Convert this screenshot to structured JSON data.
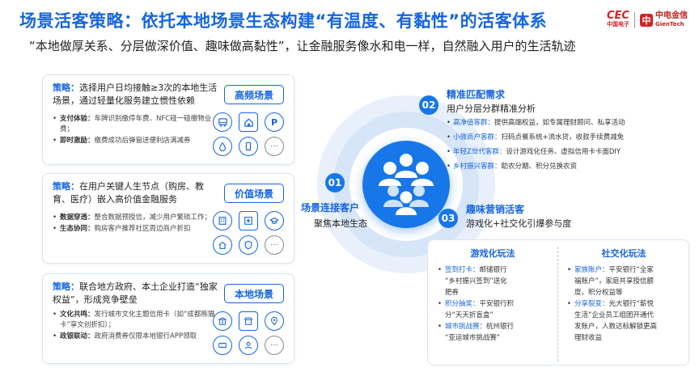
{
  "header": {
    "title": "场景活客策略：依托本地场景生态构建“有温度、有黏性”的活客体系",
    "subtitle": "“本地做厚关系、分层做深价值、趣味做高黏性”，让金融服务像水和电一样，自然融入用户的生活轨迹",
    "logo_cec": "CEC",
    "logo_cec_sub": "中国电子",
    "logo_gt_mark": "中",
    "logo_gt_name": "中电金信",
    "logo_gt_en": "GienTech"
  },
  "strategies": [
    {
      "label": "策略：",
      "text": "选择用户日均接触≥3次的本地生活场景，通过轻量化服务建立惯性依赖",
      "tag": "高频场景",
      "bullets": [
        {
          "k": "支付体验：",
          "v": "车牌识别缴停车费、NFC碰一碰缴物业费；"
        },
        {
          "k": "即时激励：",
          "v": "缴费成功后弹窗送便利店满减券"
        }
      ],
      "icons": [
        "bus-icon",
        "home-icon",
        "parking-icon",
        "water-icon",
        "phone-icon",
        "more-icon"
      ]
    },
    {
      "label": "策略：",
      "text": "在用户关键人生节点（购房、教育、医疗）嵌入高价值金融服务",
      "tag": "价值场景",
      "bullets": [
        {
          "k": "数据穿透：",
          "v": "整合数据预授信，减少用户繁琐工作；"
        },
        {
          "k": "生态协同：",
          "v": "购房客户推荐社区周边商户折扣"
        }
      ],
      "icons": [
        "building-icon",
        "hospital-icon",
        "school-icon",
        "house-icon",
        "shield-icon",
        "more-icon"
      ]
    },
    {
      "label": "策略：",
      "text": "联合地方政府、本土企业打造“独家权益”，形成竞争壁垒",
      "tag": "本地场景",
      "bullets": [
        {
          "k": "文化共鸣：",
          "v": "发行城市文化主题信用卡（如“成都熊猫卡”享文创折扣）；"
        },
        {
          "k": "政银联动：",
          "v": "政府消费券仅限本地银行APP领取"
        }
      ],
      "icons": [
        "landmark-icon",
        "shop-icon",
        "map-icon",
        "coupon-icon",
        "user-icon",
        "more-icon"
      ]
    }
  ],
  "nodes": {
    "n1": {
      "num": "01",
      "title": "场景连接客户",
      "sub": "聚焦本地生态"
    },
    "n2": {
      "num": "02",
      "title": "精准匹配需求",
      "sub": "用户分层分群精准分析"
    },
    "n3": {
      "num": "03",
      "title": "趣味营销活客",
      "sub": "游戏化+社交化引爆参与度"
    }
  },
  "segments": [
    {
      "k": "高净值客群：",
      "v": "提供高端权益，如专属理财顾问、私享活动"
    },
    {
      "k": "小微商户客群：",
      "v": "扫码点餐系统+流水贷，收款手续费减免"
    },
    {
      "k": "年轻Z世代客群：",
      "v": "设计游戏化任务、虚拟信用卡卡面DIY"
    },
    {
      "k": "乡村振兴客群：",
      "v": "助农分期、积分兑换农资"
    }
  ],
  "play": {
    "game_title": "游戏化玩法",
    "social_title": "社交化玩法",
    "game_items": [
      {
        "k": "签到打卡：",
        "v1": "邮储银行",
        "v2": "“乡村振兴签到”送化",
        "v3": "肥券"
      },
      {
        "k": "积分抽奖：",
        "v1": "平安银行积",
        "v2": "分“天天折盲盒”",
        "v3": ""
      },
      {
        "k": "城市挑战赛：",
        "v1": "杭州银行",
        "v2": "“亚运城市挑战赛”",
        "v3": ""
      }
    ],
    "social_items": [
      {
        "k": "家族账户：",
        "v1": "平安银行“全家",
        "v2": "福账户”，家庭共享授信额",
        "v3": "度、积分权益等"
      },
      {
        "k": "分享裂变：",
        "v1": "光大银行“薪悦",
        "v2": "生活”企业员工组团开通代",
        "v3": "发账户，人数达标解锁更高",
        "v4": "理财收益"
      }
    ]
  }
}
